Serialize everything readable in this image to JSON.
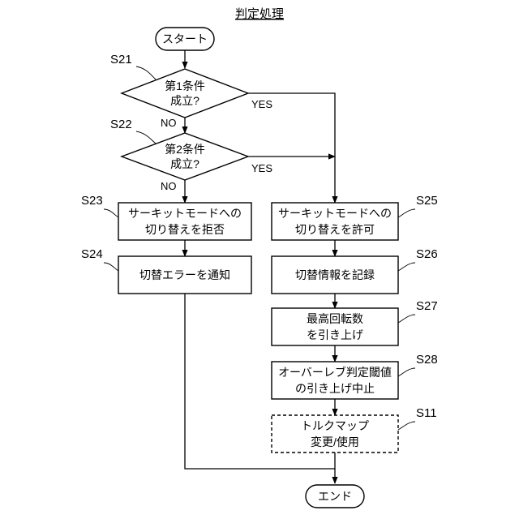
{
  "title": "判定処理",
  "start": "スタート",
  "end": "エンド",
  "steps": {
    "s21": {
      "id": "S21",
      "line1": "第1条件",
      "line2": "成立?",
      "yes": "YES",
      "no": "NO"
    },
    "s22": {
      "id": "S22",
      "line1": "第2条件",
      "line2": "成立?",
      "yes": "YES",
      "no": "NO"
    },
    "s23": {
      "id": "S23",
      "line1": "サーキットモードへの",
      "line2": "切り替えを拒否"
    },
    "s24": {
      "id": "S24",
      "line1": "切替エラーを通知"
    },
    "s25": {
      "id": "S25",
      "line1": "サーキットモードへの",
      "line2": "切り替えを許可"
    },
    "s26": {
      "id": "S26",
      "line1": "切替情報を記録"
    },
    "s27": {
      "id": "S27",
      "line1": "最高回転数",
      "line2": "を引き上げ"
    },
    "s28": {
      "id": "S28",
      "line1": "オーバーレブ判定閾値",
      "line2": "の引き上げ中止"
    },
    "s11": {
      "id": "S11",
      "line1": "トルクマップ",
      "line2": "変更/使用"
    }
  }
}
